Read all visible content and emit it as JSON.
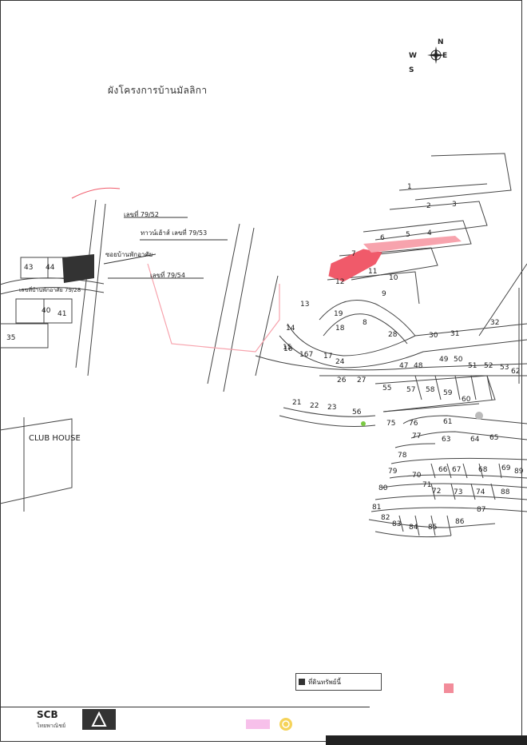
{
  "title": "ผังโครงการบ้านมัลลิกา",
  "compass": {
    "n": "N",
    "s": "S",
    "e": "E",
    "w": "W"
  },
  "callouts": {
    "house_52": "เลขที่ 79/52",
    "house_53": "ทาวน์เฮ้าส์ เลขที่ 79/53",
    "road_label": "ซอยบ้านพักอาศัย",
    "house_54": "เลขที่ 79/54",
    "left_label": "เลขที่บ้านพักอาศัย 79/28",
    "club_house": "CLUB HOUSE"
  },
  "legend": {
    "label": "ที่ดินทรัพย์นี้"
  },
  "brand": {
    "name": "SCB",
    "sub": "ไทยพาณิชย์"
  },
  "colors": {
    "highlight": "#f05a6a",
    "line": "#444444",
    "building": "#333333",
    "green": "#7ac943"
  },
  "lots": [
    {
      "n": "43"
    },
    {
      "n": "44"
    },
    {
      "n": "40"
    },
    {
      "n": "41"
    },
    {
      "n": "35"
    },
    {
      "n": "1"
    },
    {
      "n": "2"
    },
    {
      "n": "3"
    },
    {
      "n": "4"
    },
    {
      "n": "5"
    },
    {
      "n": "6"
    },
    {
      "n": "7"
    },
    {
      "n": "8"
    },
    {
      "n": "9"
    },
    {
      "n": "10"
    },
    {
      "n": "11"
    },
    {
      "n": "12"
    },
    {
      "n": "13"
    },
    {
      "n": "14"
    },
    {
      "n": "15"
    },
    {
      "n": "16"
    },
    {
      "n": "17"
    },
    {
      "n": "18"
    },
    {
      "n": "19"
    },
    {
      "n": "21"
    },
    {
      "n": "22"
    },
    {
      "n": "23"
    },
    {
      "n": "24"
    },
    {
      "n": "26"
    },
    {
      "n": "27"
    },
    {
      "n": "28"
    },
    {
      "n": "30"
    },
    {
      "n": "31"
    },
    {
      "n": "32"
    },
    {
      "n": "47"
    },
    {
      "n": "48"
    },
    {
      "n": "49"
    },
    {
      "n": "50"
    },
    {
      "n": "51"
    },
    {
      "n": "52"
    },
    {
      "n": "53"
    },
    {
      "n": "55"
    },
    {
      "n": "56"
    },
    {
      "n": "57"
    },
    {
      "n": "58"
    },
    {
      "n": "59"
    },
    {
      "n": "60"
    },
    {
      "n": "61"
    },
    {
      "n": "62"
    },
    {
      "n": "63"
    },
    {
      "n": "64"
    },
    {
      "n": "65"
    },
    {
      "n": "66"
    },
    {
      "n": "67"
    },
    {
      "n": "68"
    },
    {
      "n": "69"
    },
    {
      "n": "70"
    },
    {
      "n": "71"
    },
    {
      "n": "72"
    },
    {
      "n": "73"
    },
    {
      "n": "74"
    },
    {
      "n": "75"
    },
    {
      "n": "76"
    },
    {
      "n": "77"
    },
    {
      "n": "78"
    },
    {
      "n": "79"
    },
    {
      "n": "80"
    },
    {
      "n": "81"
    },
    {
      "n": "82"
    },
    {
      "n": "83"
    },
    {
      "n": "84"
    },
    {
      "n": "85"
    },
    {
      "n": "86"
    },
    {
      "n": "87"
    },
    {
      "n": "88"
    },
    {
      "n": "89"
    },
    {
      "n": "167"
    }
  ]
}
